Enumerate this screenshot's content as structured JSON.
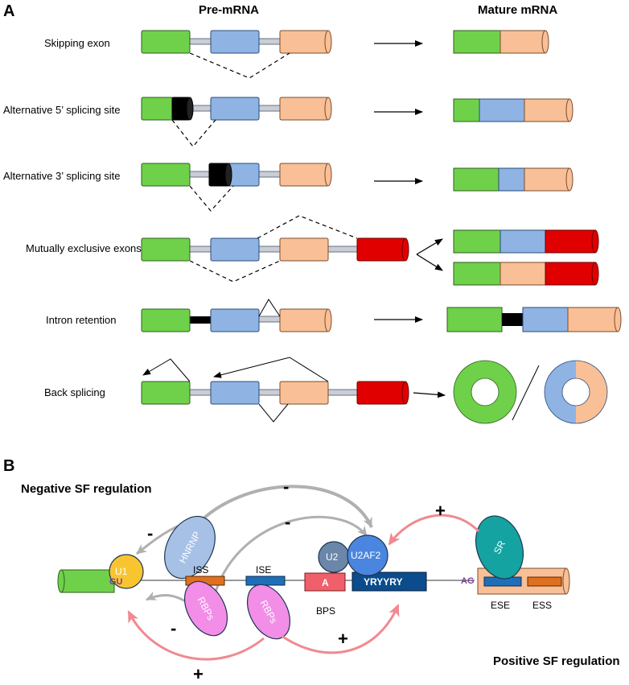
{
  "panel_a": {
    "label": "A",
    "col_pre": "Pre-mRNA",
    "col_mature": "Mature mRNA",
    "rows": [
      {
        "label": "Skipping exon"
      },
      {
        "label": "Alternative 5’ splicing site"
      },
      {
        "label": "Alternative 3’ splicing site"
      },
      {
        "label": "Mutually exclusive exons"
      },
      {
        "label": "Intron retention"
      },
      {
        "label": "Back splicing"
      }
    ]
  },
  "panel_b": {
    "label": "B",
    "negative": "Negative SF regulation",
    "positive": "Positive SF regulation",
    "minus": "-",
    "plus": "+",
    "u1": "U1",
    "gu": "GU",
    "hnrnp": "HNRNP",
    "rbps": "RBPs",
    "iss": "ISS",
    "ise": "ISE",
    "u2": "U2",
    "u2af2": "U2AF2",
    "a": "A",
    "bps": "BPS",
    "yryyry": "YRYYRY",
    "ag": "AG",
    "sr": "SR",
    "ese": "ESE",
    "ess": "ESS"
  },
  "colors": {
    "green": "#6fd14a",
    "blue": "#8fb3e3",
    "orange": "#f9bf96",
    "red": "#e00000",
    "black": "#000000",
    "pink_arrow": "#f08a90",
    "gray_arrow": "#b0b0b0"
  }
}
